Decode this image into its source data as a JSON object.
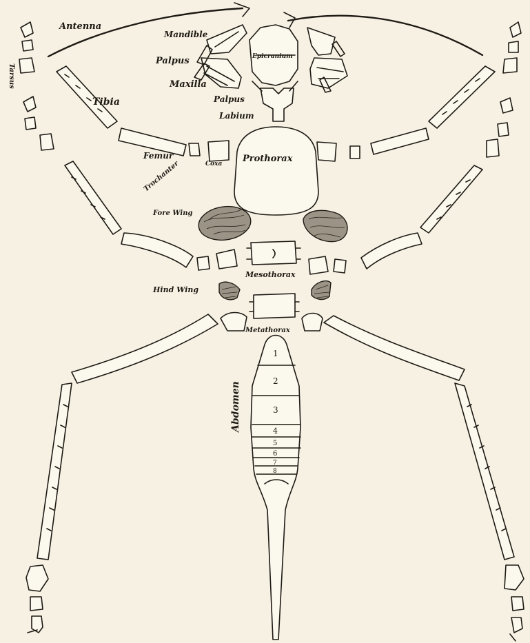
{
  "labels": {
    "antenna": "Antenna",
    "mandible": "Mandible",
    "palpus_upper": "Palpus",
    "maxilla": "Maxilla",
    "palpus_lower": "Palpus",
    "epicranium": "Epicranium",
    "labium": "Labium",
    "tarsus": "Tarsus",
    "tibia": "Tibia",
    "femur": "Femur",
    "trochanter": "Trochanter",
    "coxa": "Coxa",
    "prothorax": "Prothorax",
    "fore_wing": "Fore Wing",
    "mesothorax": "Mesothorax",
    "hind_wing": "Hind Wing",
    "metathorax": "Metathorax",
    "abdomen": "Abdomen"
  },
  "abdomen_segments": [
    "1",
    "2",
    "3",
    "4",
    "5",
    "6",
    "7",
    "8"
  ],
  "colors": {
    "ink": "#1e1a14",
    "paper": "#f6f1e3",
    "wing_shade": "#9b9486"
  }
}
